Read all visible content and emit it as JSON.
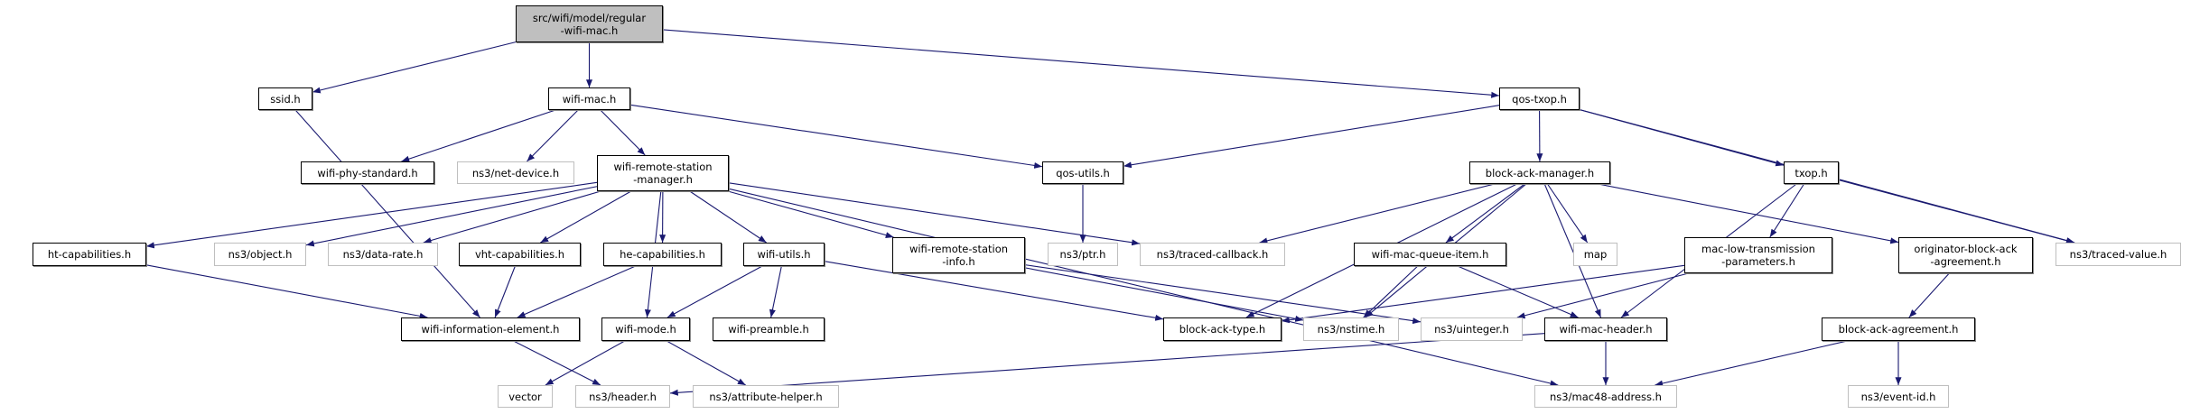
{
  "graph": {
    "edge_color": "#191970",
    "root_fill": "#bfbfbf",
    "external_border": "#bfbfbf",
    "nodes": {
      "root": {
        "label": "src/wifi/model/regular\n-wifi-mac.h",
        "kind": "root"
      },
      "ssid": {
        "label": "ssid.h",
        "kind": "internal"
      },
      "wifi_mac": {
        "label": "wifi-mac.h",
        "kind": "internal"
      },
      "qos_txop": {
        "label": "qos-txop.h",
        "kind": "internal"
      },
      "wifi_phy_standard": {
        "label": "wifi-phy-standard.h",
        "kind": "internal"
      },
      "net_device": {
        "label": "ns3/net-device.h",
        "kind": "external"
      },
      "wrsm": {
        "label": "wifi-remote-station\n-manager.h",
        "kind": "internal"
      },
      "qos_utils": {
        "label": "qos-utils.h",
        "kind": "internal"
      },
      "bam": {
        "label": "block-ack-manager.h",
        "kind": "internal"
      },
      "txop": {
        "label": "txop.h",
        "kind": "internal"
      },
      "ht_cap": {
        "label": "ht-capabilities.h",
        "kind": "internal"
      },
      "object": {
        "label": "ns3/object.h",
        "kind": "external"
      },
      "data_rate": {
        "label": "ns3/data-rate.h",
        "kind": "external"
      },
      "vht_cap": {
        "label": "vht-capabilities.h",
        "kind": "internal"
      },
      "he_cap": {
        "label": "he-capabilities.h",
        "kind": "internal"
      },
      "wifi_utils": {
        "label": "wifi-utils.h",
        "kind": "internal"
      },
      "wrs_info": {
        "label": "wifi-remote-station\n-info.h",
        "kind": "internal"
      },
      "ptr": {
        "label": "ns3/ptr.h",
        "kind": "external"
      },
      "traced_callback": {
        "label": "ns3/traced-callback.h",
        "kind": "external"
      },
      "wmqi": {
        "label": "wifi-mac-queue-item.h",
        "kind": "internal"
      },
      "map": {
        "label": "map",
        "kind": "external"
      },
      "mltp": {
        "label": "mac-low-transmission\n-parameters.h",
        "kind": "internal"
      },
      "oba": {
        "label": "originator-block-ack\n-agreement.h",
        "kind": "internal"
      },
      "traced_value": {
        "label": "ns3/traced-value.h",
        "kind": "external"
      },
      "wie": {
        "label": "wifi-information-element.h",
        "kind": "internal"
      },
      "wifi_mode": {
        "label": "wifi-mode.h",
        "kind": "internal"
      },
      "wifi_preamble": {
        "label": "wifi-preamble.h",
        "kind": "internal"
      },
      "bat": {
        "label": "block-ack-type.h",
        "kind": "internal"
      },
      "nstime": {
        "label": "ns3/nstime.h",
        "kind": "external"
      },
      "uinteger": {
        "label": "ns3/uinteger.h",
        "kind": "external"
      },
      "wmh": {
        "label": "wifi-mac-header.h",
        "kind": "internal"
      },
      "baa": {
        "label": "block-ack-agreement.h",
        "kind": "internal"
      },
      "vector": {
        "label": "vector",
        "kind": "external"
      },
      "header": {
        "label": "ns3/header.h",
        "kind": "external"
      },
      "attribute_helper": {
        "label": "ns3/attribute-helper.h",
        "kind": "external"
      },
      "mac48": {
        "label": "ns3/mac48-address.h",
        "kind": "external"
      },
      "event_id": {
        "label": "ns3/event-id.h",
        "kind": "external"
      }
    },
    "edges": [
      [
        "root",
        "ssid"
      ],
      [
        "root",
        "wifi_mac"
      ],
      [
        "root",
        "qos_txop"
      ],
      [
        "ssid",
        "wie"
      ],
      [
        "wifi_mac",
        "wifi_phy_standard"
      ],
      [
        "wifi_mac",
        "net_device"
      ],
      [
        "wifi_mac",
        "wrsm"
      ],
      [
        "wifi_mac",
        "qos_utils"
      ],
      [
        "wrsm",
        "ht_cap"
      ],
      [
        "wrsm",
        "object"
      ],
      [
        "wrsm",
        "data_rate"
      ],
      [
        "wrsm",
        "vht_cap"
      ],
      [
        "wrsm",
        "he_cap"
      ],
      [
        "wrsm",
        "wifi_utils"
      ],
      [
        "wrsm",
        "wrs_info"
      ],
      [
        "wrsm",
        "traced_callback"
      ],
      [
        "wrsm",
        "wifi_mode"
      ],
      [
        "wrsm",
        "mac48"
      ],
      [
        "ht_cap",
        "wie"
      ],
      [
        "vht_cap",
        "wie"
      ],
      [
        "he_cap",
        "wie"
      ],
      [
        "wifi_utils",
        "wifi_mode"
      ],
      [
        "wifi_utils",
        "wifi_preamble"
      ],
      [
        "wifi_utils",
        "bat"
      ],
      [
        "wifi_mode",
        "vector"
      ],
      [
        "wifi_mode",
        "attribute_helper"
      ],
      [
        "wie",
        "header"
      ],
      [
        "wrs_info",
        "nstime"
      ],
      [
        "wrs_info",
        "uinteger"
      ],
      [
        "qos_utils",
        "ptr"
      ],
      [
        "qos_txop",
        "qos_utils"
      ],
      [
        "qos_txop",
        "bam"
      ],
      [
        "qos_txop",
        "txop"
      ],
      [
        "qos_txop",
        "traced_value"
      ],
      [
        "bam",
        "traced_callback"
      ],
      [
        "bam",
        "bat"
      ],
      [
        "bam",
        "wmqi"
      ],
      [
        "bam",
        "map"
      ],
      [
        "bam",
        "wmh"
      ],
      [
        "bam",
        "oba"
      ],
      [
        "bam",
        "nstime"
      ],
      [
        "wmqi",
        "nstime"
      ],
      [
        "wmqi",
        "wmh"
      ],
      [
        "txop",
        "mltp"
      ],
      [
        "txop",
        "wmh"
      ],
      [
        "txop",
        "traced_value"
      ],
      [
        "mltp",
        "bat"
      ],
      [
        "mltp",
        "uinteger"
      ],
      [
        "oba",
        "baa"
      ],
      [
        "wmh",
        "header"
      ],
      [
        "wmh",
        "mac48"
      ],
      [
        "baa",
        "mac48"
      ],
      [
        "baa",
        "event_id"
      ]
    ]
  }
}
